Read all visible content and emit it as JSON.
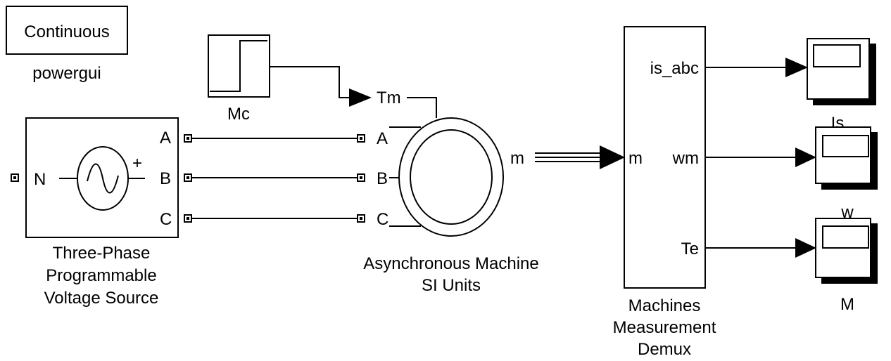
{
  "blocks": {
    "powergui": {
      "button": "Continuous",
      "name": "powergui"
    },
    "step_mc": {
      "name": "Mc"
    },
    "source": {
      "name_line1": "Three-Phase",
      "name_line2": "Programmable",
      "name_line3": "Voltage Source",
      "port_n": "N",
      "port_a": "A",
      "port_b": "B",
      "port_c": "C",
      "plus": "+"
    },
    "machine": {
      "name_line1": "Asynchronous Machine",
      "name_line2": "SI Units",
      "port_tm": "Tm",
      "port_a": "A",
      "port_b": "B",
      "port_c": "C",
      "port_m": "m"
    },
    "demux": {
      "name_line1": "Machines",
      "name_line2": "Measurement",
      "name_line3": "Demux",
      "in_m": "m",
      "out_is_abc": "is_abc",
      "out_wm": "wm",
      "out_te": "Te"
    },
    "scopes": [
      {
        "name": "Is"
      },
      {
        "name": "w"
      },
      {
        "name": "M"
      }
    ]
  }
}
